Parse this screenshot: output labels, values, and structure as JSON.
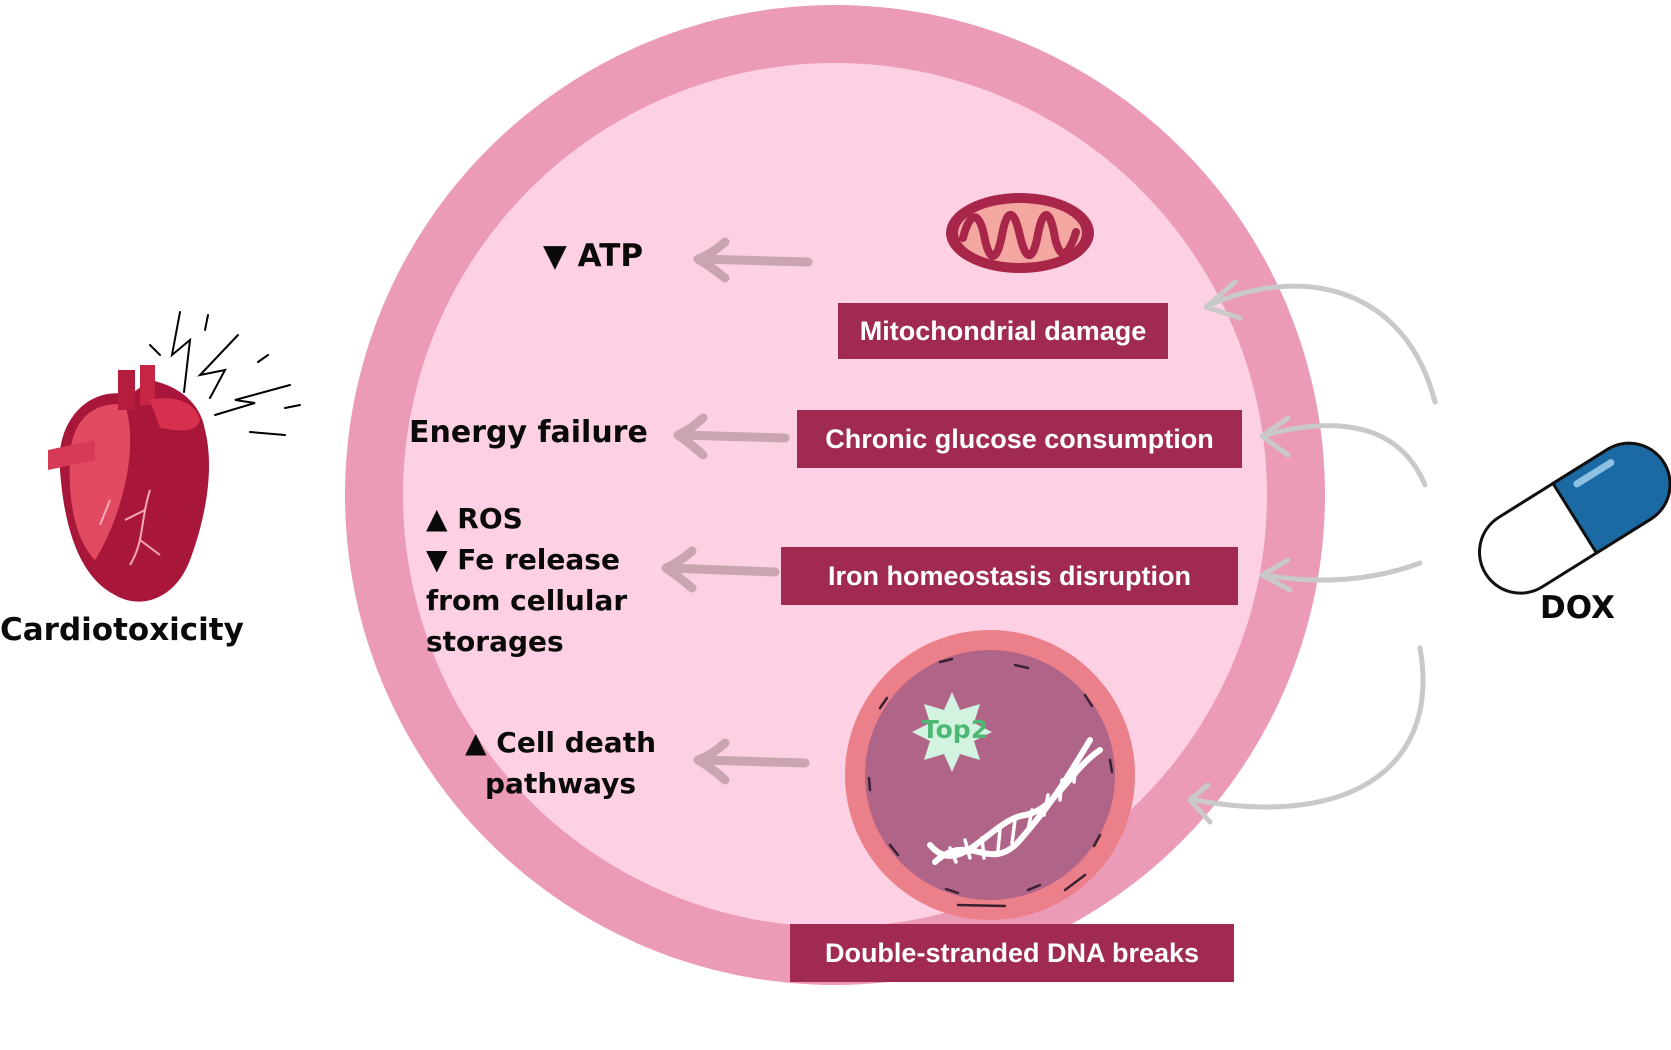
{
  "colors": {
    "outer_ring": "#eb9ab7",
    "inner_cell": "#fdd0e3",
    "label_box": "#a02a52",
    "arrow_inner": "#c9a5b2",
    "arrow_outer": "#c9c9c9",
    "top2_star": "#d2f3df",
    "top2_text": "#4cb874",
    "capsule_blue": "#1c6aa4"
  },
  "icons": {
    "heart": "heart-icon",
    "capsule": "capsule-icon",
    "mitochondrion": "mitochondrion-icon",
    "nucleus": "nucleus-icon",
    "dna": "dna-icon",
    "top2": "star-badge-icon"
  },
  "left": {
    "label": "Cardiotoxicity"
  },
  "right": {
    "label": "DOX"
  },
  "mechanisms": {
    "mito": "Mitochondrial damage",
    "glucose": "Chronic glucose consumption",
    "iron": "Iron homeostasis disruption",
    "dna": "Double-stranded DNA breaks"
  },
  "effects": {
    "atp": "▼ ATP",
    "energy": "Energy failure",
    "ros_line1": "▲ ROS",
    "ros_line2": "▼ Fe release",
    "ros_line3": "from cellular",
    "ros_line4": "storages",
    "death_line1": "▲ Cell death",
    "death_line2": "pathways"
  },
  "nucleus": {
    "enzyme_label": "Top2"
  }
}
